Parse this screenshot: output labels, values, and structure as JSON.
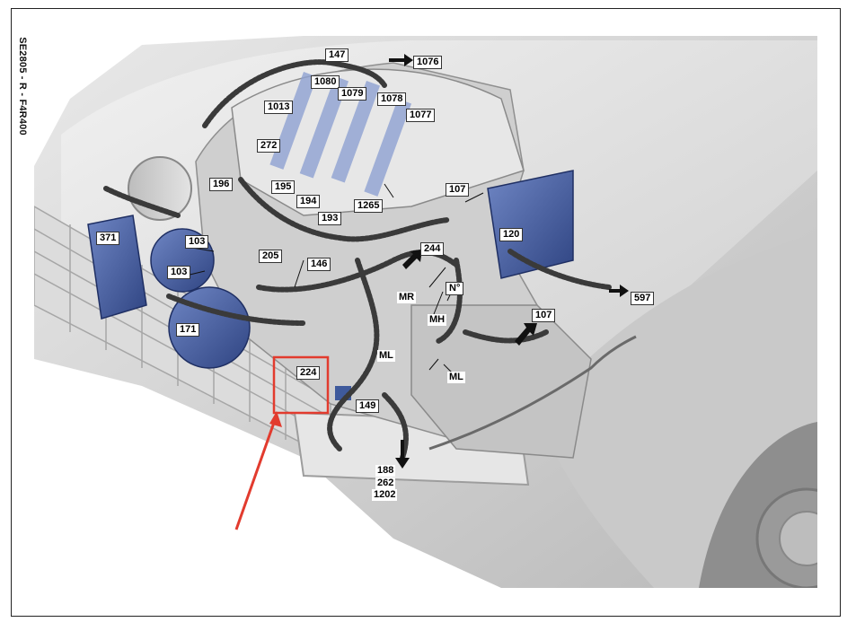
{
  "diagram": {
    "code": "SE2805 - R - F4R400",
    "labels": {
      "l147": "147",
      "l1076": "1076",
      "l1080": "1080",
      "l1079": "1079",
      "l1078": "1078",
      "l1013": "1013",
      "l1077": "1077",
      "l272": "272",
      "l196": "196",
      "l195": "195",
      "l194": "194",
      "l193": "193",
      "l1265": "1265",
      "l107a": "107",
      "l120": "120",
      "l371": "371",
      "l103a": "103",
      "l103b": "103",
      "l205": "205",
      "l146": "146",
      "l244": "244",
      "l597": "597",
      "lNo": "N°",
      "lMR": "MR",
      "lMH": "MH",
      "l107b": "107",
      "l171": "171",
      "lML1": "ML",
      "lML2": "ML",
      "l224": "224",
      "l149": "149",
      "l188": "188",
      "l262": "262",
      "l1202": "1202"
    },
    "colors": {
      "ecu": "#3f5a9c",
      "highlight": "#e23b2e",
      "harness": "#3a3a3a"
    }
  }
}
